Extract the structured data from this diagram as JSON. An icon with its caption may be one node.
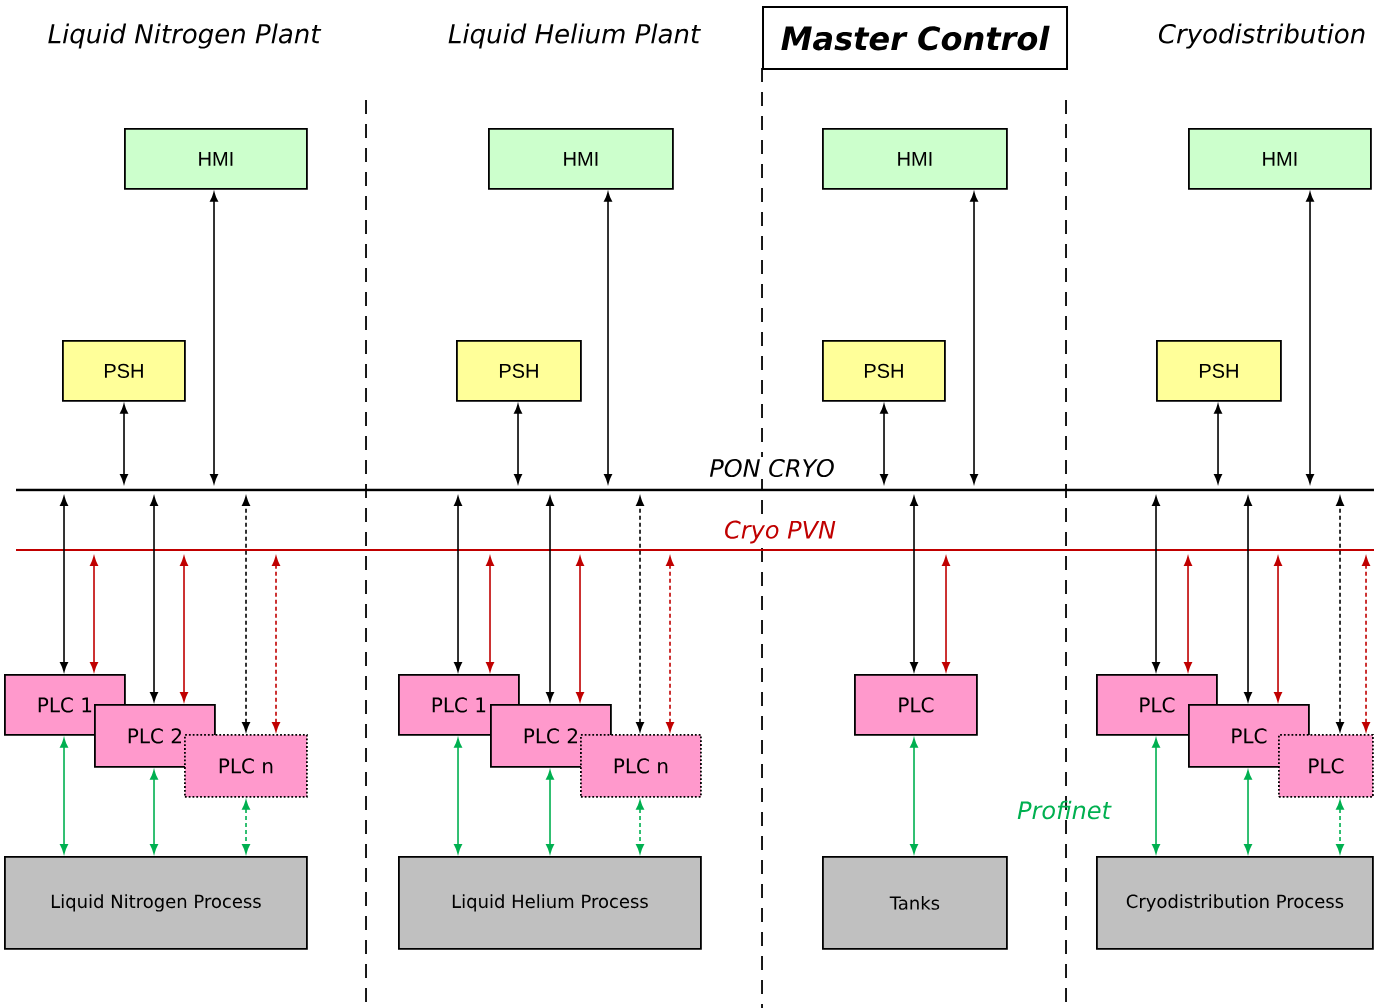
{
  "diagram": {
    "nodes": [
      {
        "text": [
          "Master Control"
        ]
      },
      {
        "text": [
          "HMI"
        ]
      },
      {
        "text": [
          "PSH"
        ]
      },
      {
        "text": [
          "HMI"
        ]
      },
      {
        "text": [
          "PSH"
        ]
      },
      {
        "text": [
          "HMI"
        ]
      },
      {
        "text": [
          "PSH"
        ]
      },
      {
        "text": [
          "HMI"
        ]
      },
      {
        "text": [
          "PSH"
        ]
      },
      {
        "text": [
          "PLC 1"
        ]
      },
      {
        "text": [
          "PLC 2"
        ]
      },
      {
        "text": [
          "PLC n"
        ]
      },
      {
        "text": [
          "PLC 1"
        ]
      },
      {
        "text": [
          "PLC 2"
        ]
      },
      {
        "text": [
          "PLC n"
        ]
      },
      {
        "text": [
          "PLC"
        ]
      },
      {
        "text": [
          "PLC"
        ]
      },
      {
        "text": [
          "PLC"
        ]
      },
      {
        "text": [
          "PLC"
        ]
      },
      {
        "text": [
          "Liquid Nitrogen Process"
        ]
      },
      {
        "text": [
          "Liquid Helium Process"
        ]
      },
      {
        "text": [
          "Tanks"
        ]
      },
      {
        "text": [
          "Cryodistribution Process"
        ]
      }
    ],
    "edges": [
      {
        "from": 2,
        "to": null,
        "arrow": "both"
      },
      {
        "from": 1,
        "to": null,
        "arrow": "both"
      },
      {
        "from": 4,
        "to": null,
        "arrow": "both"
      },
      {
        "from": 3,
        "to": null,
        "arrow": "both"
      },
      {
        "from": 6,
        "to": null,
        "arrow": "both"
      },
      {
        "from": 5,
        "to": null,
        "arrow": "both"
      },
      {
        "from": 8,
        "to": null,
        "arrow": "both"
      },
      {
        "from": 7,
        "to": null,
        "arrow": "both"
      },
      {
        "from": 9,
        "to": null,
        "arrow": "both"
      },
      {
        "from": 10,
        "to": null,
        "arrow": "both"
      },
      {
        "from": 11,
        "to": null,
        "arrow": "both",
        "style": "dashed"
      },
      {
        "from": 12,
        "to": null,
        "arrow": "both"
      },
      {
        "from": 13,
        "to": null,
        "arrow": "both"
      },
      {
        "from": 14,
        "to": null,
        "arrow": "both",
        "style": "dashed"
      },
      {
        "from": 15,
        "to": null,
        "arrow": "both"
      },
      {
        "from": 16,
        "to": null,
        "arrow": "both"
      },
      {
        "from": 17,
        "to": null,
        "arrow": "both"
      },
      {
        "from": 18,
        "to": null,
        "arrow": "both",
        "style": "dashed"
      },
      {
        "from": 9,
        "to": null,
        "arrow": "both",
        "color": "#c00000"
      },
      {
        "from": 10,
        "to": null,
        "arrow": "both",
        "color": "#c00000"
      },
      {
        "from": 11,
        "to": null,
        "arrow": "both",
        "color": "#c00000",
        "style": "dashed"
      },
      {
        "from": 12,
        "to": null,
        "arrow": "both",
        "color": "#c00000"
      },
      {
        "from": 13,
        "to": null,
        "arrow": "both",
        "color": "#c00000"
      },
      {
        "from": 14,
        "to": null,
        "arrow": "both",
        "color": "#c00000",
        "style": "dashed"
      },
      {
        "from": 15,
        "to": null,
        "arrow": "both",
        "color": "#c00000"
      },
      {
        "from": 16,
        "to": null,
        "arrow": "both",
        "color": "#c00000"
      },
      {
        "from": 17,
        "to": null,
        "arrow": "both",
        "color": "#c00000"
      },
      {
        "from": 18,
        "to": null,
        "arrow": "both",
        "color": "#c00000",
        "style": "dashed"
      },
      {
        "from": 9,
        "to": 19,
        "arrow": "both",
        "color": "#00b050"
      },
      {
        "from": 10,
        "to": 19,
        "arrow": "both",
        "color": "#00b050"
      },
      {
        "from": 11,
        "to": 19,
        "arrow": "both",
        "color": "#00b050",
        "style": "dashed"
      },
      {
        "from": 12,
        "to": 20,
        "arrow": "both",
        "color": "#00b050"
      },
      {
        "from": 13,
        "to": 20,
        "arrow": "both",
        "color": "#00b050"
      },
      {
        "from": 14,
        "to": 20,
        "arrow": "both",
        "color": "#00b050",
        "style": "dashed"
      },
      {
        "from": 15,
        "to": 21,
        "arrow": "both",
        "color": "#00b050"
      },
      {
        "from": 16,
        "to": 22,
        "arrow": "both",
        "color": "#00b050"
      },
      {
        "from": 17,
        "to": 22,
        "arrow": "both",
        "color": "#00b050"
      },
      {
        "from": 18,
        "to": 22,
        "arrow": "both",
        "color": "#00b050",
        "style": "dashed"
      }
    ],
    "labels": [
      "Liquid Nitrogen Plant",
      "Liquid Helium Plant",
      "Cryodistribution",
      "PON CRYO",
      "Cryo PVN",
      "Profinet"
    ]
  }
}
